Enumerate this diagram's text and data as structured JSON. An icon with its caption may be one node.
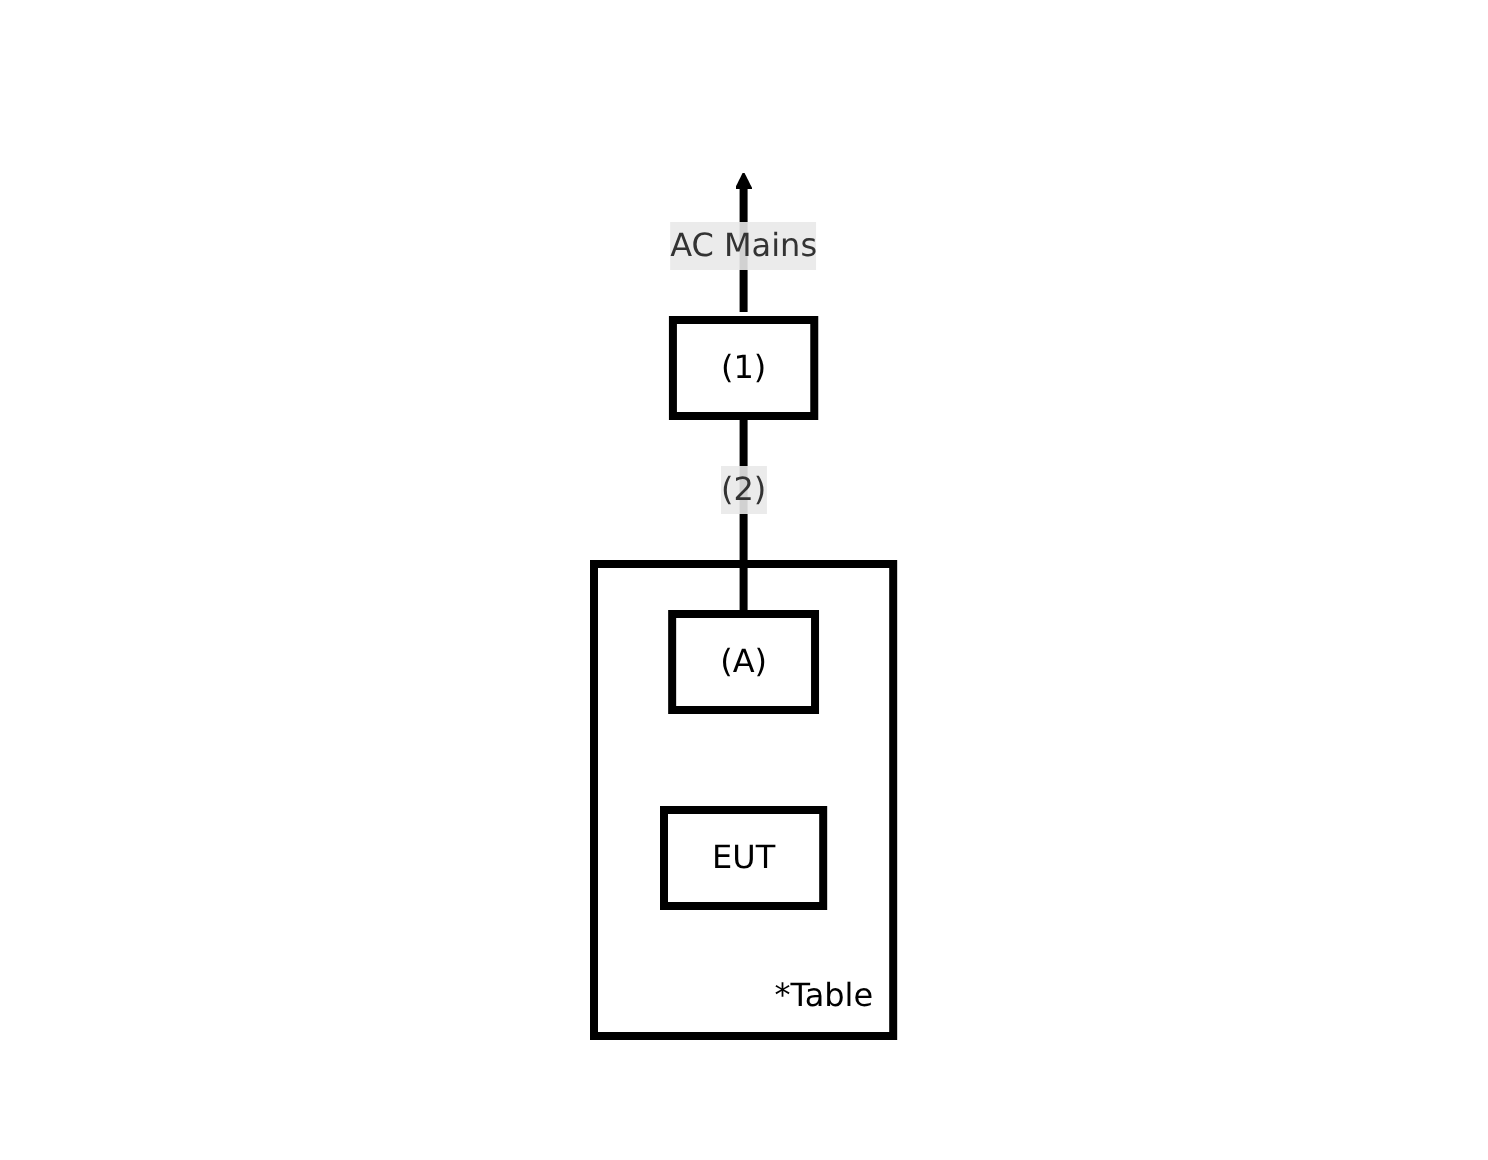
{
  "diagram": {
    "nodes": [
      {
        "text": [
          "*Table"
        ]
      },
      {
        "text": [
          "(1)"
        ]
      },
      {
        "text": [
          "(A)"
        ],
        "in": 0
      },
      {
        "text": [
          "EUT"
        ],
        "in": 0
      }
    ],
    "edges": [
      {
        "from": 1,
        "to": null,
        "arrow": "to",
        "label": "AC Mains"
      },
      {
        "from": 1,
        "to": 2,
        "arrow": "none",
        "label": "(2)"
      }
    ]
  }
}
